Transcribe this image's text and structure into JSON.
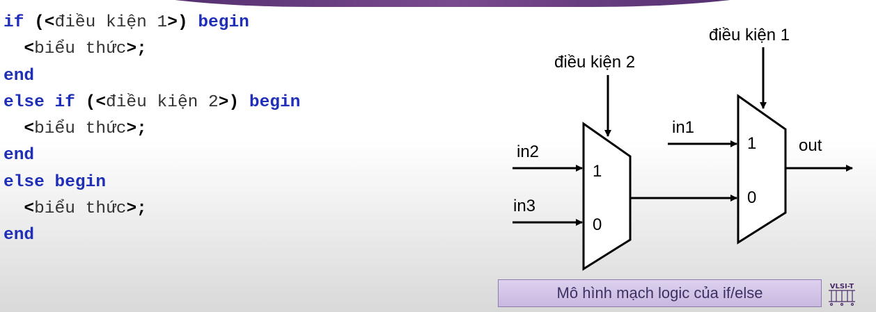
{
  "code": {
    "lines": [
      {
        "indent": "",
        "parts": [
          {
            "t": "if",
            "c": "kw"
          },
          {
            "t": " ",
            "c": ""
          },
          {
            "t": "(<",
            "c": "op"
          },
          {
            "t": "điều kiện 1",
            "c": "cmt"
          },
          {
            "t": ">)",
            "c": "op"
          },
          {
            "t": " ",
            "c": ""
          },
          {
            "t": "begin",
            "c": "kw"
          }
        ]
      },
      {
        "indent": "  ",
        "parts": [
          {
            "t": "<",
            "c": "op"
          },
          {
            "t": "biểu thức",
            "c": "cmt"
          },
          {
            "t": ">;",
            "c": "op"
          }
        ]
      },
      {
        "indent": "",
        "parts": [
          {
            "t": "end",
            "c": "kw"
          }
        ]
      },
      {
        "indent": "",
        "parts": [
          {
            "t": "else if",
            "c": "kw"
          },
          {
            "t": " ",
            "c": ""
          },
          {
            "t": "(<",
            "c": "op"
          },
          {
            "t": "điều kiện 2",
            "c": "cmt"
          },
          {
            "t": ">)",
            "c": "op"
          },
          {
            "t": " ",
            "c": ""
          },
          {
            "t": "begin",
            "c": "kw"
          }
        ]
      },
      {
        "indent": "  ",
        "parts": [
          {
            "t": "<",
            "c": "op"
          },
          {
            "t": "biểu thức",
            "c": "cmt"
          },
          {
            "t": ">;",
            "c": "op"
          }
        ]
      },
      {
        "indent": "",
        "parts": [
          {
            "t": "end",
            "c": "kw"
          }
        ]
      },
      {
        "indent": "",
        "parts": [
          {
            "t": "else begin",
            "c": "kw"
          }
        ]
      },
      {
        "indent": "  ",
        "parts": [
          {
            "t": "<",
            "c": "op"
          },
          {
            "t": "biểu thức",
            "c": "cmt"
          },
          {
            "t": ">;",
            "c": "op"
          }
        ]
      },
      {
        "indent": "",
        "parts": [
          {
            "t": "end",
            "c": "kw"
          }
        ]
      }
    ]
  },
  "diagram": {
    "mux1": {
      "select_label": "điều kiện 2",
      "input1_label": "1",
      "input0_label": "0"
    },
    "mux2": {
      "select_label": "điều kiện 1",
      "input1_label": "1",
      "input0_label": "0"
    },
    "signals": {
      "in1": "in1",
      "in2": "in2",
      "in3": "in3",
      "out": "out"
    }
  },
  "caption": "Mô hình mạch logic của if/else",
  "logo": {
    "text": "VLSI-T"
  },
  "colors": {
    "keyword": "#1f2fb8",
    "caption_bg": "#d4c6e8",
    "caption_text": "#3c3163"
  }
}
